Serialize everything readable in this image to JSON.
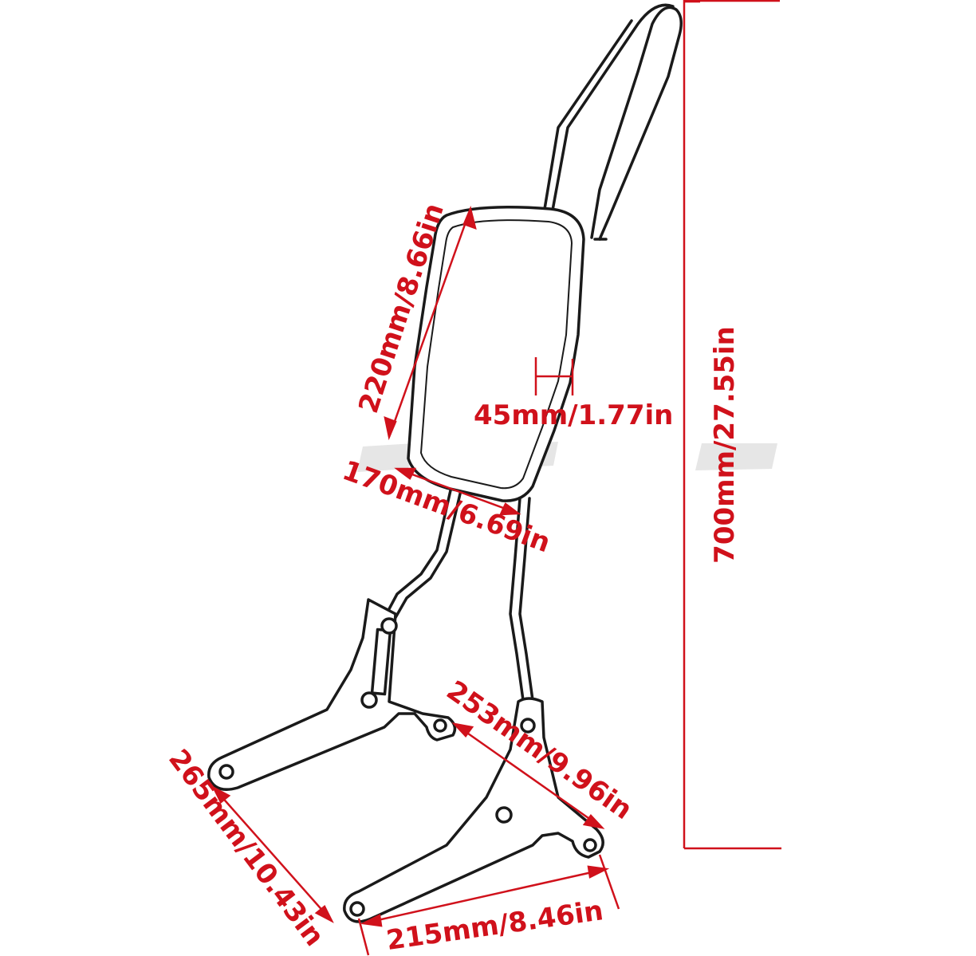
{
  "colors": {
    "dimension": "#d0111b",
    "outline": "#1a1a1a"
  },
  "dimensions": {
    "pad_height": "220mm/8.66in",
    "pad_thickness": "45mm/1.77in",
    "pad_width": "170mm/6.69in",
    "total_height": "700mm/27.55in",
    "bracket_length": "253mm/9.96in",
    "mount_depth": "265mm/10.43in",
    "mount_width": "215mm/8.46in"
  }
}
